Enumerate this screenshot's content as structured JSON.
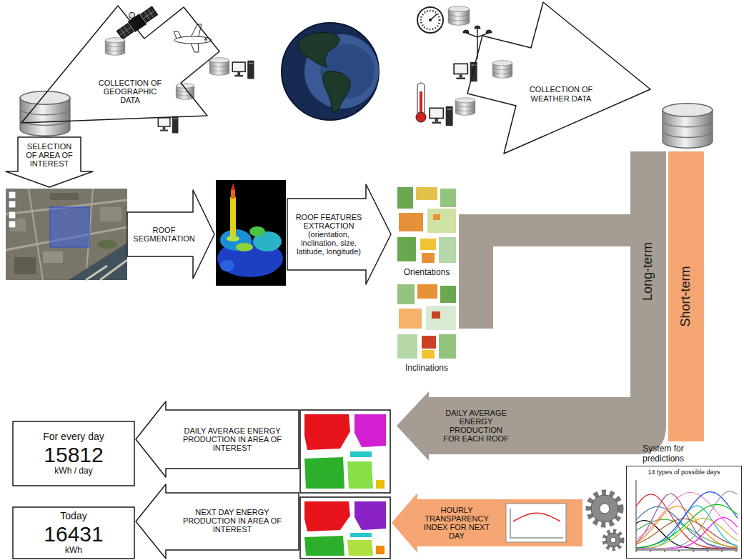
{
  "diagram": {
    "nodes": [
      {
        "text": [
          "COLLECTION OF GEOGRAPHIC DATA"
        ]
      },
      {
        "text": [
          "COLLECTION OF WEATHER DATA"
        ]
      },
      {
        "text": [
          "SELECTION OF AREA OF INTEREST"
        ]
      },
      {
        "text": [
          "ROOF SEGMENTATION"
        ]
      },
      {
        "text": [
          "ROOF FEATURES EXTRACTION (orientation, inclination, size, latitude, longitude)"
        ]
      },
      {
        "text": [
          "Long-term"
        ]
      },
      {
        "text": [
          "Short-term"
        ]
      },
      {
        "text": [
          "DAILY AVERAGE ENERGY PRODUCTION FOR EACH ROOF"
        ]
      },
      {
        "text": [
          "DAILY AVERAGE ENERGY PRODUCTION IN AREA OF INTEREST"
        ]
      },
      {
        "text": [
          "For every day",
          "15812",
          "kWh / day"
        ]
      },
      {
        "text": [
          "NEXT DAY ENERGY PRODUCTION IN AREA OF INTEREST"
        ]
      },
      {
        "text": [
          "Today",
          "16431",
          "kWh"
        ]
      },
      {
        "text": [
          "HOURLY TRANSPARENCY INDEX FOR NEXT DAY"
        ]
      },
      {
        "text": [
          "System for predictions",
          "14 types of possible days"
        ]
      }
    ],
    "labels": [
      "Orientations",
      "Inclinations"
    ]
  }
}
